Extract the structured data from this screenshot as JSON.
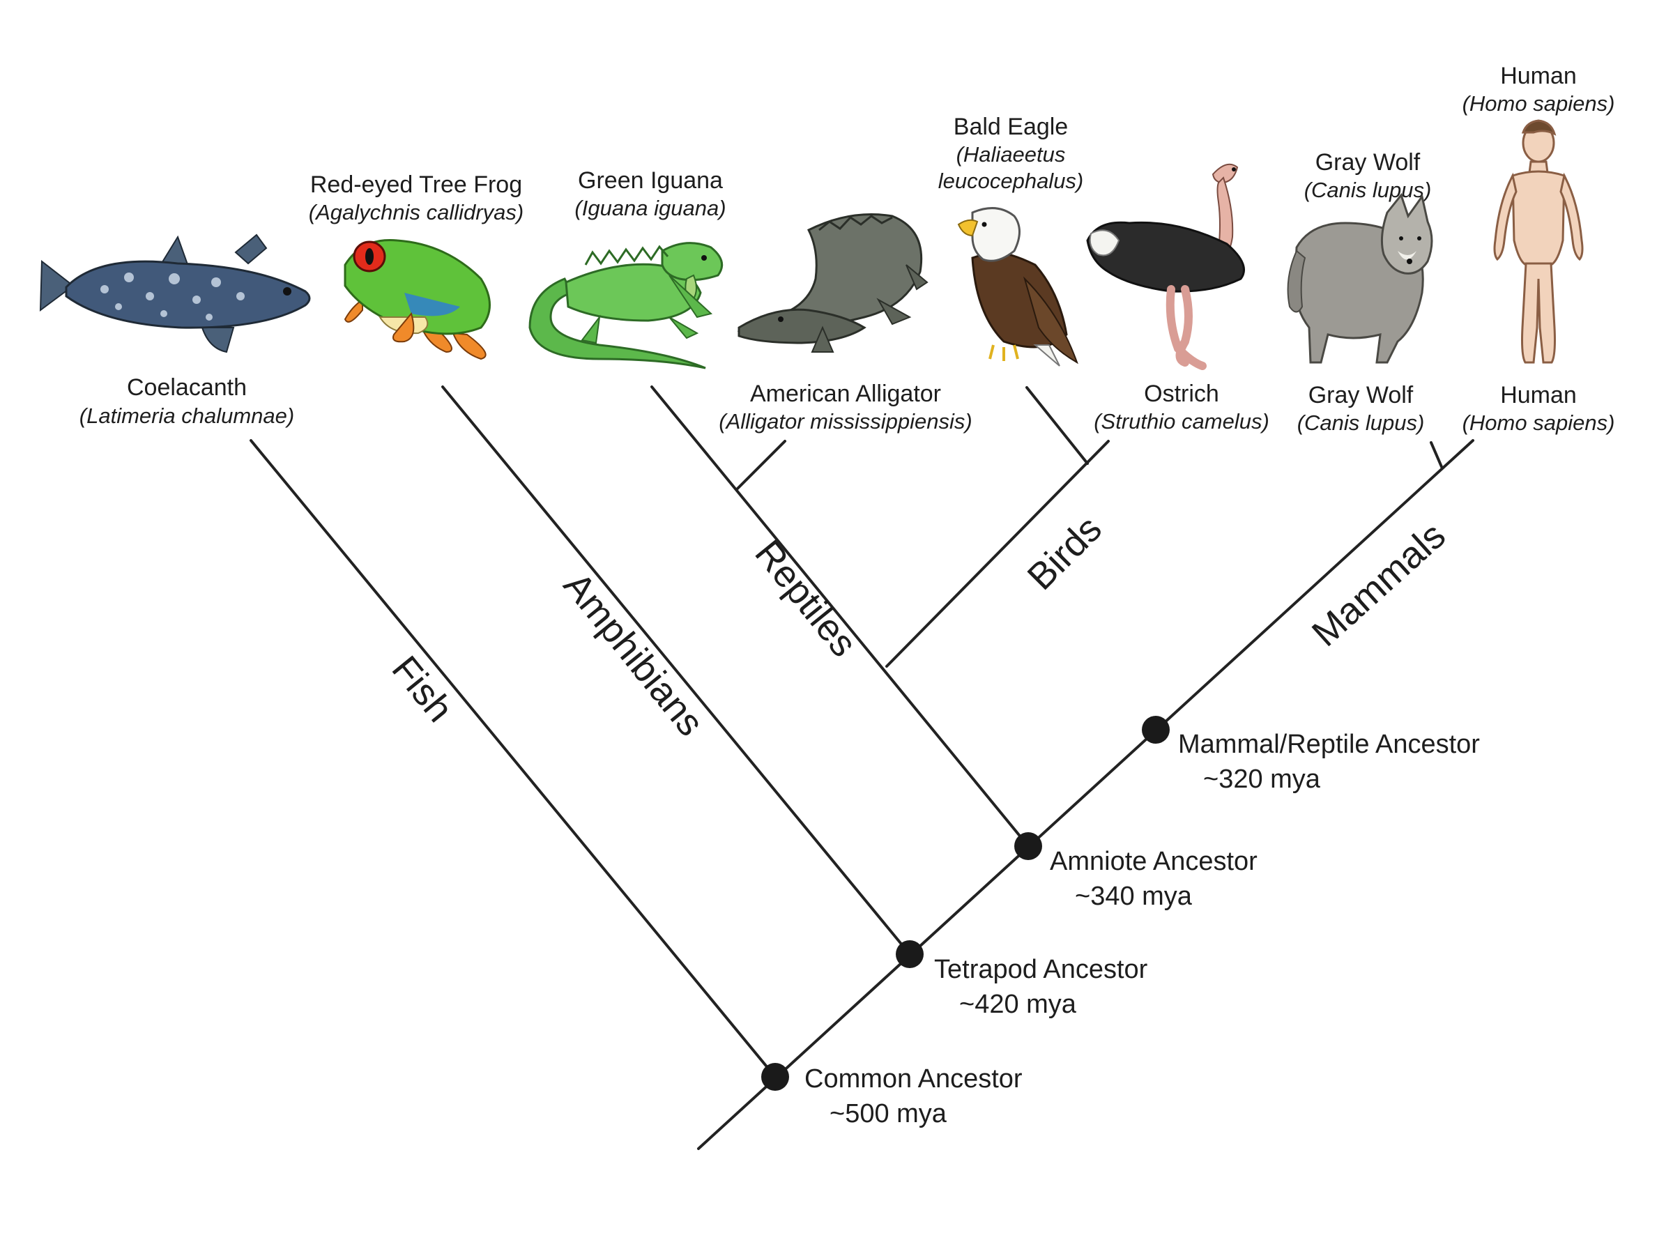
{
  "species": {
    "coelacanth": {
      "common": "Coelacanth",
      "scientific": "(Latimeria chalumnae)"
    },
    "frog": {
      "common": "Red-eyed Tree Frog",
      "scientific": "(Agalychnis callidryas)"
    },
    "iguana": {
      "common": "Green Iguana",
      "scientific": "(Iguana iguana)"
    },
    "alligator": {
      "common": "American Alligator",
      "scientific": "(Alligator mississippiensis)"
    },
    "eagle": {
      "common": "Bald Eagle",
      "scientific_1": "(Haliaeetus",
      "scientific_2": "leucocephalus)"
    },
    "ostrich": {
      "common": "Ostrich",
      "scientific": "(Struthio camelus)"
    },
    "wolf_top": {
      "common": "Gray Wolf",
      "scientific": "(Canis lupus)"
    },
    "wolf_bottom": {
      "common": "Gray Wolf",
      "scientific": "(Canis lupus)"
    },
    "human_top": {
      "common": "Human",
      "scientific": "(Homo sapiens)"
    },
    "human_bottom": {
      "common": "Human",
      "scientific": "(Homo sapiens)"
    }
  },
  "clades": {
    "fish": "Fish",
    "amphibians": "Amphibians",
    "reptiles": "Reptiles",
    "birds": "Birds",
    "mammals": "Mammals"
  },
  "nodes": {
    "common": {
      "name": "Common Ancestor",
      "age": "~500 mya"
    },
    "tetrapod": {
      "name": "Tetrapod Ancestor",
      "age": "~420 mya"
    },
    "amniote": {
      "name": "Amniote Ancestor",
      "age": "~340 mya"
    },
    "mammal_reptile": {
      "name": "Mammal/Reptile Ancestor",
      "age": "~320 mya"
    }
  },
  "icons": [
    "coelacanth-icon",
    "tree-frog-icon",
    "iguana-icon",
    "alligator-icon",
    "bald-eagle-icon",
    "ostrich-icon",
    "gray-wolf-icon",
    "human-icon"
  ]
}
